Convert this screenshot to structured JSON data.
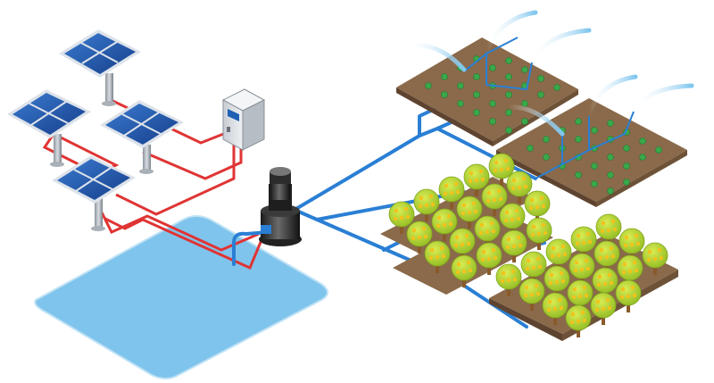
{
  "diagram": {
    "components": [
      {
        "id": "solar-array",
        "icon": "solar-panel-icon",
        "count": 4
      },
      {
        "id": "controller",
        "icon": "control-box-icon"
      },
      {
        "id": "pump",
        "icon": "water-pump-icon"
      },
      {
        "id": "reservoir",
        "icon": "water-pond-icon"
      },
      {
        "id": "crop-field-1",
        "icon": "sprinkler-field-icon"
      },
      {
        "id": "crop-field-2",
        "icon": "sprinkler-field-icon"
      },
      {
        "id": "orchard",
        "icon": "fruit-tree-icon"
      }
    ],
    "colors": {
      "panel": "#1f5fb4",
      "panel_frame": "#dde3ea",
      "cable": "#e03434",
      "pipe": "#2a7fd4",
      "water": "#7fc4ec",
      "soil": "#8a6a4a",
      "crop": "#3aa84a",
      "tree_leaf": "#b6d335",
      "fruit": "#f3c21b",
      "trunk": "#8a5a2a"
    }
  }
}
